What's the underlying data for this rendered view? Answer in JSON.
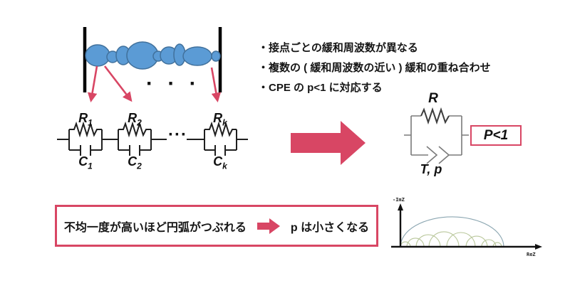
{
  "colors": {
    "crimson": "#d84664",
    "grain_fill": "#5b9bd5",
    "grain_stroke": "#41719c",
    "wire_black": "#1f1f1f",
    "wire_gray": "#7a7a7a",
    "arc_green": "#b9c79b",
    "arc_blue": "#8ba6b1"
  },
  "electrode_diagram": {
    "dots": "· · ·"
  },
  "ladder_circuit": {
    "series_dots": "···",
    "elements": [
      {
        "r_main": "R",
        "r_sub": "1",
        "c_main": "C",
        "c_sub": "1"
      },
      {
        "r_main": "R",
        "r_sub": "2",
        "c_main": "C",
        "c_sub": "2"
      },
      {
        "r_main": "R",
        "r_sub": "k",
        "c_main": "C",
        "c_sub": "k"
      }
    ]
  },
  "bullets": {
    "items": [
      "・接点ごとの緩和周波数が異なる",
      "・複数の ( 緩和周波数の近い ) 緩和の重ね合わせ",
      "・CPE の p<1 に対応する"
    ]
  },
  "cpe_circuit": {
    "r_label": "R",
    "cpe_label": "T, p",
    "badge": "P<1"
  },
  "bottom_note": {
    "cause": "不均一度が高いほど円弧がつぶれる",
    "effect": "p は小さくなる"
  },
  "chart_data": {
    "type": "line",
    "title": "impedance spectrum sketch: overlapping relaxation arcs form one depressed arc",
    "xlabel": "ReZ",
    "ylabel": "-ImZ",
    "x_range": [
      0,
      1
    ],
    "grid": false,
    "envelope": {
      "x_start": 0,
      "x_end": 1,
      "peak_height": 0.29
    },
    "semicircles": [
      {
        "center": 0.048,
        "radius": 0.048
      },
      {
        "center": 0.145,
        "radius": 0.083
      },
      {
        "center": 0.269,
        "radius": 0.117
      },
      {
        "center": 0.421,
        "radius": 0.145
      },
      {
        "center": 0.586,
        "radius": 0.138
      },
      {
        "center": 0.738,
        "radius": 0.103
      },
      {
        "center": 0.855,
        "radius": 0.069
      },
      {
        "center": 0.938,
        "radius": 0.041
      }
    ]
  }
}
